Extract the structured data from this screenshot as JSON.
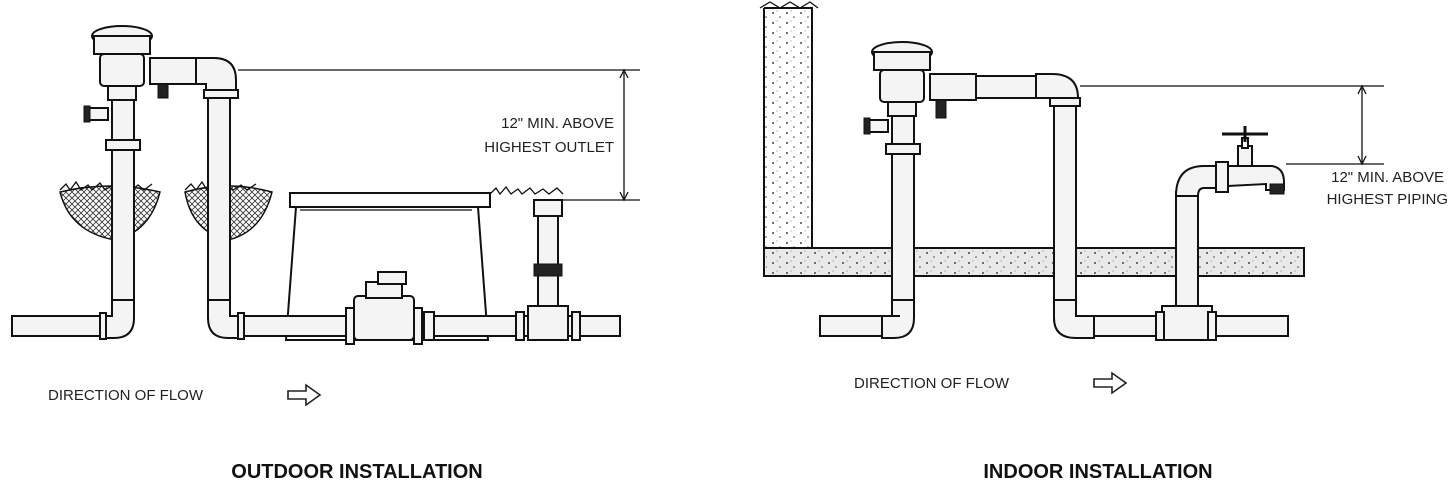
{
  "outdoor": {
    "title": "OUTDOOR INSTALLATION",
    "clearance_line1": "12\" MIN. ABOVE",
    "clearance_line2": "HIGHEST OUTLET",
    "flow_label": "DIRECTION OF FLOW",
    "icons": [
      "backflow-preventer-icon",
      "valve-box-icon",
      "control-valve-icon",
      "flow-arrow-icon"
    ]
  },
  "indoor": {
    "title": "INDOOR INSTALLATION",
    "clearance_line1": "12\" MIN. ABOVE",
    "clearance_line2": "HIGHEST PIPING",
    "flow_label": "DIRECTION OF FLOW",
    "icons": [
      "backflow-preventer-icon",
      "faucet-icon",
      "wall-icon",
      "flow-arrow-icon"
    ]
  }
}
